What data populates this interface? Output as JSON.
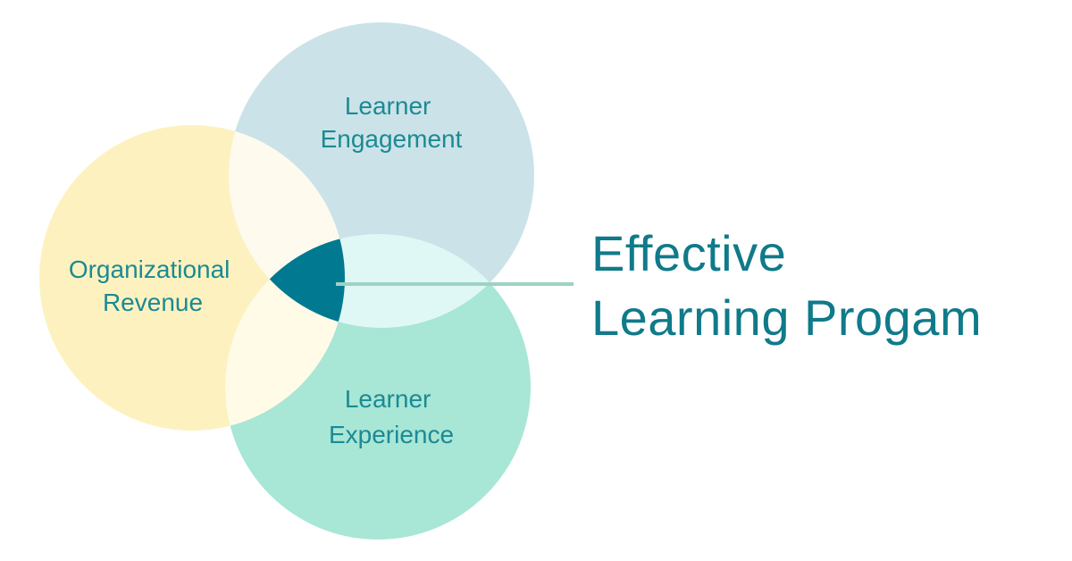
{
  "diagram": {
    "circles": [
      {
        "id": "revenue",
        "lines": [
          "Organizational",
          "Revenue"
        ],
        "color": "#fdf2bf"
      },
      {
        "id": "engagement",
        "lines": [
          "Learner",
          "Engagement"
        ],
        "color": "#cbe3e8"
      },
      {
        "id": "experience",
        "lines": [
          "Learner",
          "Experience"
        ],
        "color": "#a8e6d6"
      }
    ],
    "overlap_colors": {
      "revenue_engagement": "#fffaee",
      "revenue_experience": "#fffbe6",
      "engagement_experience": "#dff8f6",
      "center": "#007991"
    },
    "connector_color": "#9ed3c4",
    "label_color": "#1b8a94",
    "title": {
      "lines": [
        "Effective",
        "Learning Progam"
      ],
      "color": "#0f7a8a"
    }
  }
}
